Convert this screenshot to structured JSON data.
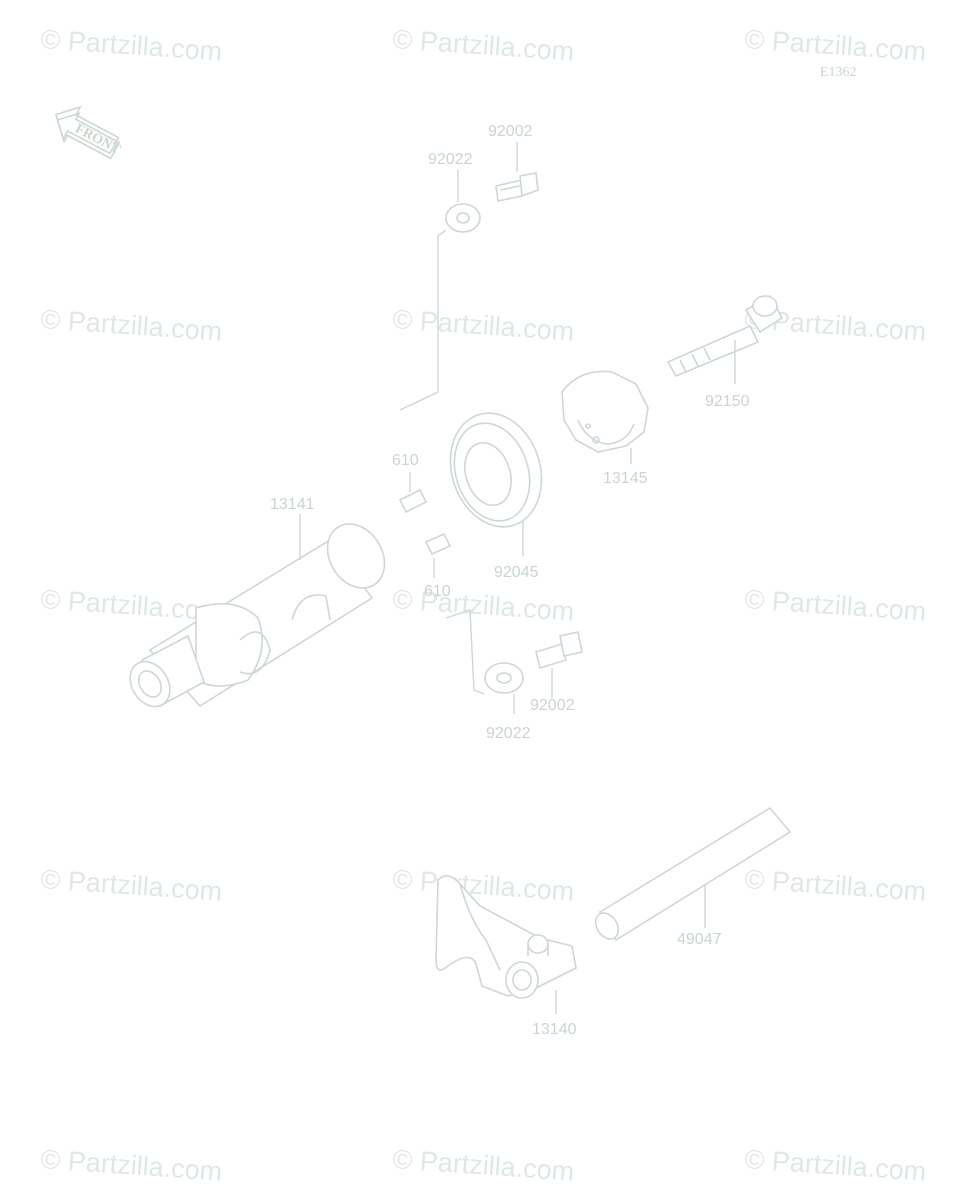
{
  "diagram_code": "E1362",
  "front_label": "FRONT",
  "watermark": "© Partzilla.com",
  "parts": {
    "bolt_top": "92002",
    "washer_top": "92022",
    "bolt_long": "92150",
    "positioner": "13145",
    "dowel_upper": "610",
    "dowel_lower": "610",
    "shift_drum": "13141",
    "bearing": "92045",
    "bolt_bottom": "92002",
    "washer_bottom": "92022",
    "fork_shaft": "49047",
    "shift_fork": "13140"
  }
}
